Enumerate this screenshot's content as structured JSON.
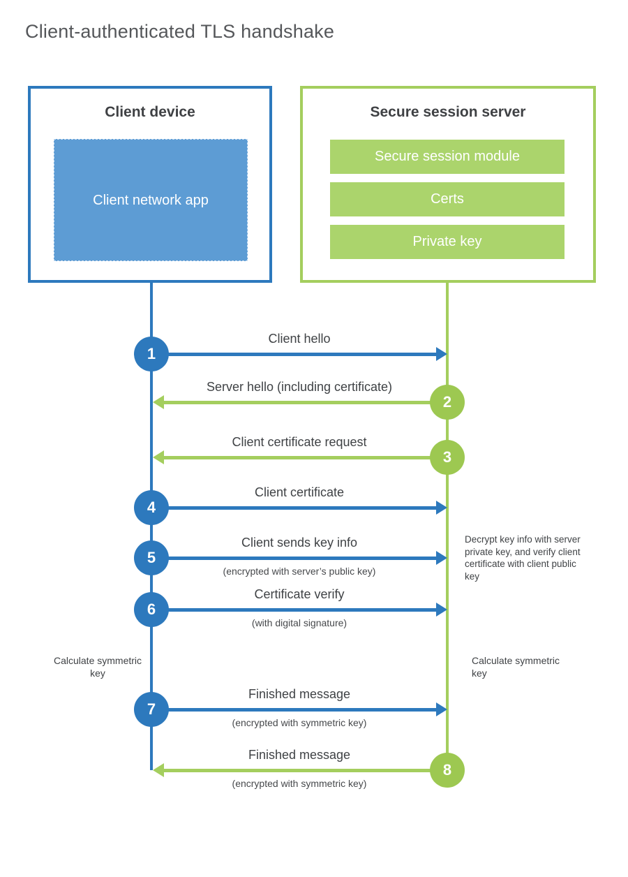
{
  "page": {
    "title": "Client-authenticated TLS handshake"
  },
  "colors": {
    "blue": "#2d79bd",
    "blue_fill": "#5d9cd4",
    "blue_dash": "#cbdff2",
    "green": "#a4ce5e",
    "green_fill": "#abd46c",
    "green_circle": "#9dc851",
    "title_text": "#55575a",
    "heading_text": "#3f4144",
    "label_text": "#3f4245",
    "sublabel_text": "#46484b"
  },
  "client_box": {
    "title": "Client device",
    "app_label": "Client network app"
  },
  "server_box": {
    "title": "Secure session server",
    "modules": [
      "Secure session module",
      "Certs",
      "Private key"
    ]
  },
  "steps": [
    {
      "num": "1",
      "from": "client",
      "label": "Client hello",
      "sublabel": ""
    },
    {
      "num": "2",
      "from": "server",
      "label": "Server hello (including certificate)",
      "sublabel": ""
    },
    {
      "num": "3",
      "from": "server",
      "label": "Client certificate request",
      "sublabel": ""
    },
    {
      "num": "4",
      "from": "client",
      "label": "Client certificate",
      "sublabel": ""
    },
    {
      "num": "5",
      "from": "client",
      "label": "Client sends key info",
      "sublabel": "(encrypted with server’s public key)"
    },
    {
      "num": "6",
      "from": "client",
      "label": "Certificate verify",
      "sublabel": "(with digital signature)"
    },
    {
      "num": "7",
      "from": "client",
      "label": "Finished message",
      "sublabel": "(encrypted with symmetric key)"
    },
    {
      "num": "8",
      "from": "server",
      "label": "Finished message",
      "sublabel": "(encrypted with symmetric key)"
    }
  ],
  "notes": {
    "decrypt": "Decrypt key info with server private key, and verify client certificate with client public key",
    "calc_left": "Calculate symmetric key",
    "calc_right": "Calculate symmetric key"
  }
}
